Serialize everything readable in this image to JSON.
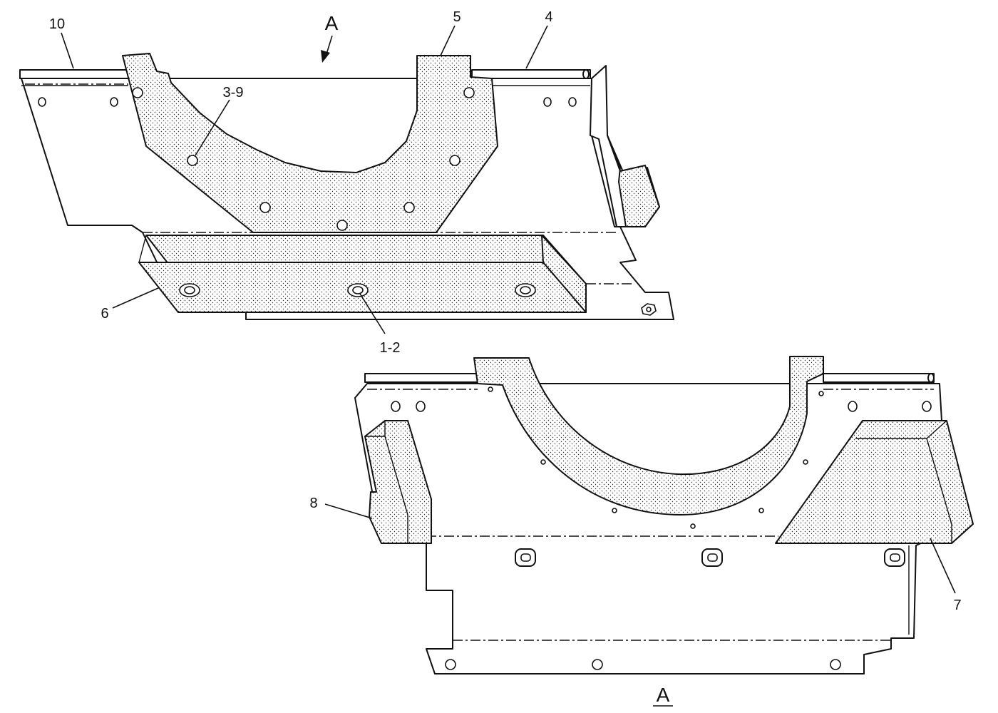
{
  "callouts": {
    "part_10": "10",
    "part_5": "5",
    "part_4": "4",
    "part_3_9": "3-9",
    "part_6": "6",
    "part_1_2": "1-2",
    "part_8": "8",
    "part_7": "7"
  },
  "view": {
    "arrow_label": "A",
    "section_label": "A"
  },
  "pattern": {
    "foam_fill": "#ffffff",
    "dot_color": "#333333",
    "line_color": "#111111"
  }
}
